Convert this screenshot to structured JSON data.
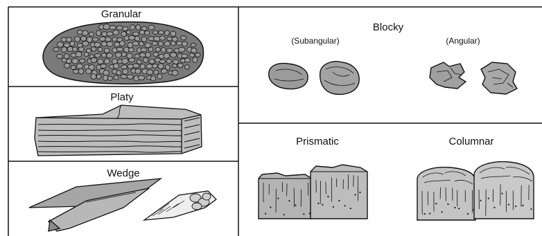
{
  "panels": {
    "granular": {
      "title": "Granular"
    },
    "platy": {
      "title": "Platy"
    },
    "wedge": {
      "title": "Wedge"
    },
    "blocky": {
      "title": "Blocky",
      "subangular": "(Subangular)",
      "angular": "(Angular)"
    },
    "prismatic": {
      "title": "Prismatic"
    },
    "columnar": {
      "title": "Columnar"
    }
  },
  "colors": {
    "line": "#111111",
    "fill_light": "#cfcfcf",
    "fill_mid": "#a9a9a9",
    "fill_dark": "#6d6d6d",
    "background": "#ffffff"
  }
}
